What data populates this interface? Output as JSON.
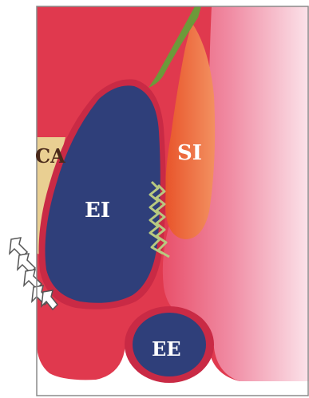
{
  "labels": {
    "ca": "CA",
    "si": "SI",
    "ei": "EI",
    "ee": "EE"
  },
  "colors": {
    "background": "#ffffff",
    "frame": "#8a8a8a",
    "muscle_red": "#e0394e",
    "deep_red": "#c92a45",
    "pink_skin": "#f1b2c2",
    "light_pink": "#f8d5df",
    "sphincter_internal": "#e2592a",
    "sphincter_light": "#f08050",
    "sphincter_external": "#2f3f7a",
    "conjoined_longitudinal": "#6c9a3a",
    "ca_tan": "#e9cf92",
    "anal_cushion_bands": "#b8c980",
    "arrow_fill": "#ffffff",
    "arrow_stroke": "#555555",
    "label_dark": "#4a2a1a",
    "label_light": "#ffffff"
  },
  "icons": {
    "arrows": "outlined-arrow-icon"
  }
}
